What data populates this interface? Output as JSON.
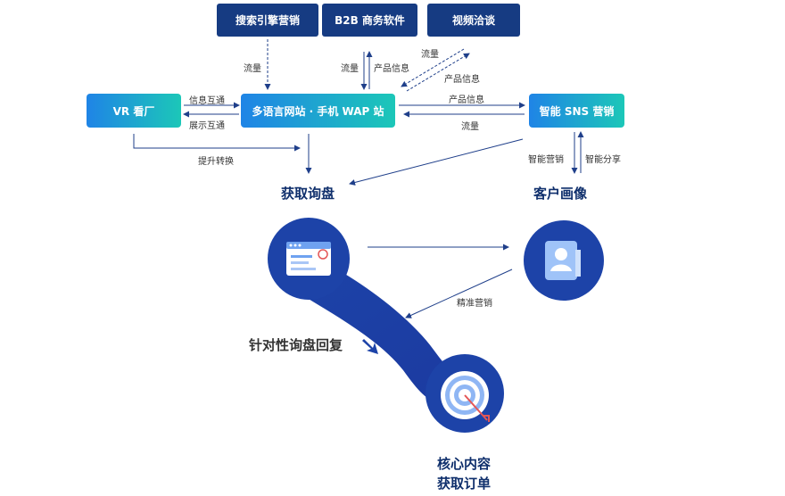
{
  "nodes": {
    "search_marketing": "搜索引擎营销",
    "b2b_software": "B2B 商务软件",
    "video_chat": "视频洽谈",
    "vr_factory": "VR 看厂",
    "multilang_site": "多语言网站 · 手机 WAP 站",
    "smart_sns": "智能 SNS 营销"
  },
  "labels": {
    "traffic_search": "流量",
    "traffic_b2b": "流量",
    "product_info_b2b": "产品信息",
    "traffic_video": "流量",
    "product_info_video": "产品信息",
    "info_exchange": "信息互通",
    "display_exchange": "展示互通",
    "product_info_sns": "产品信息",
    "traffic_sns": "流量",
    "boost_conversion": "提升转换",
    "smart_marketing": "智能营销",
    "smart_share": "智能分享",
    "precise_marketing": "精准营销"
  },
  "stages": {
    "get_inquiry": "获取询盘",
    "customer_profile": "客户画像",
    "targeted_reply": "针对性询盘回复",
    "core_line1": "核心内容",
    "core_line2": "获取订单"
  },
  "colors": {
    "node_dark": "#163b82",
    "gradient_start": "#1f84e6",
    "gradient_end": "#1cc7b8",
    "circle_blue": "#1d43a8",
    "arrow": "#1f3f8a"
  }
}
